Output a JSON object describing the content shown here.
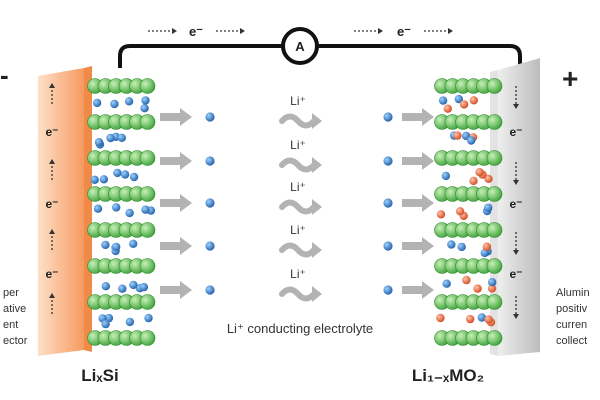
{
  "circuit": {
    "electron_label": "e⁻",
    "ammeter_label": "A",
    "negative_terminal": "-",
    "positive_terminal": "+"
  },
  "left_collector": {
    "lines": [
      "per",
      "ative",
      "ent",
      "ector"
    ],
    "electron_label": "e⁻"
  },
  "right_collector": {
    "lines": [
      "Alumin",
      "positiv",
      "curren",
      "collect"
    ],
    "electron_label": "e⁻"
  },
  "ion_label": "Li⁺",
  "electrolyte_label": "Li⁺ conducting electrolyte",
  "anode_formula": "LiₓSi",
  "cathode_formula": "Li₁₋ₓMO₂",
  "colors": {
    "copper": "#f7a774",
    "aluminum": "#cfcfcf",
    "green_atom": "#5cc14f",
    "blue_atom": "#2f7fc8",
    "red_atom": "#e8603a",
    "arrow_gray": "#b3b3b3"
  }
}
